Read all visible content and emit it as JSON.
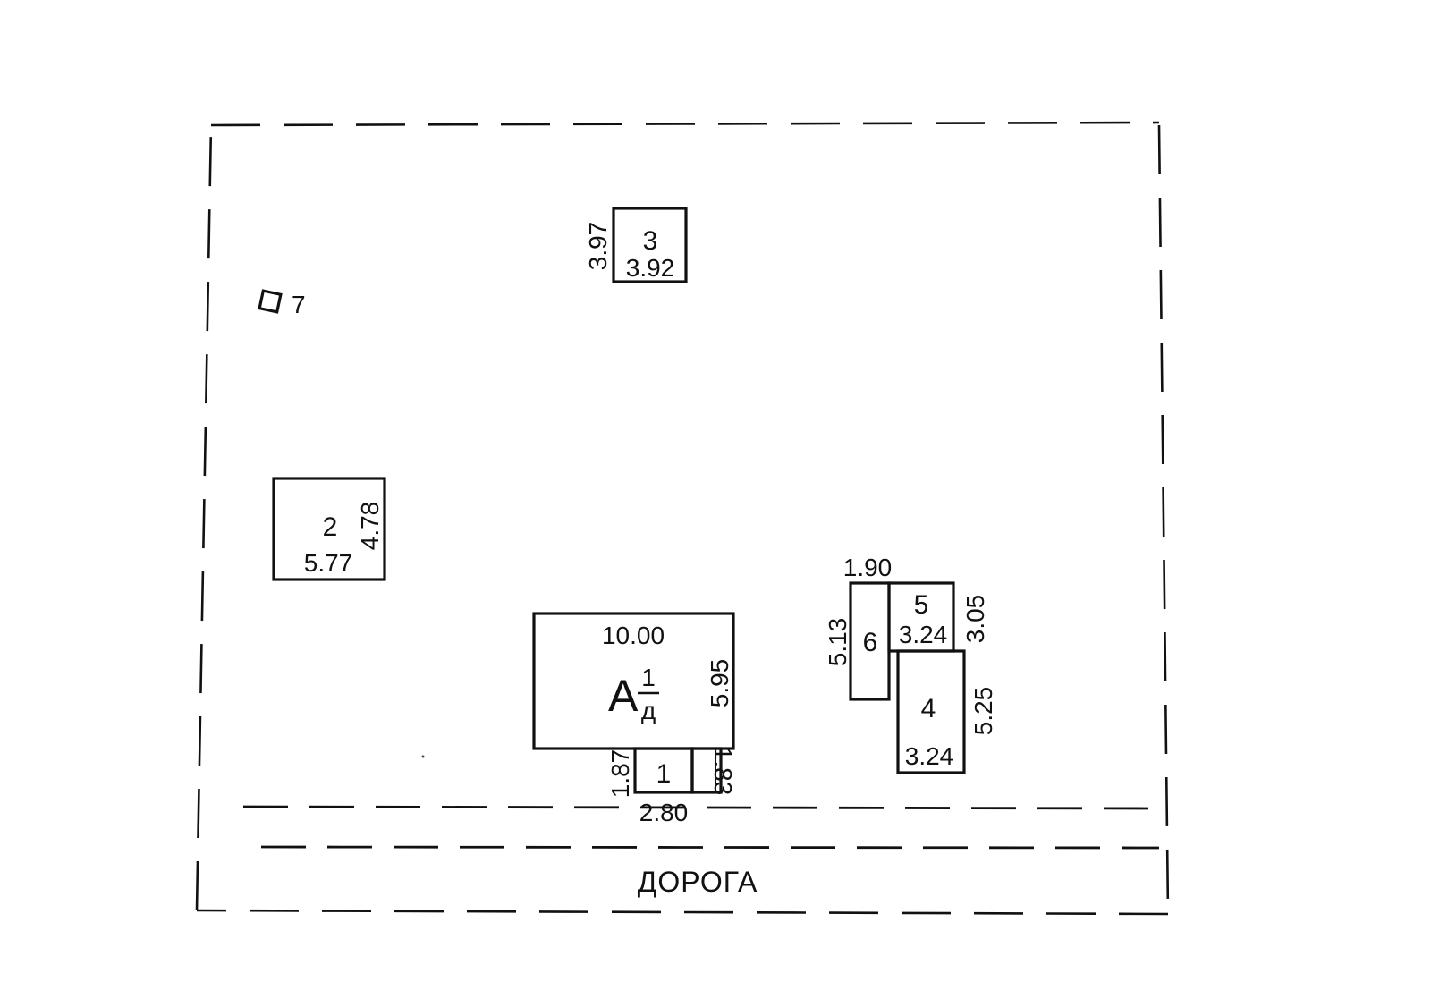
{
  "plan": {
    "road_label": "ДОРОГА",
    "buildings": {
      "main": {
        "letter": "А",
        "frac_top": "1",
        "frac_bottom": "д",
        "width": "10.00",
        "depth": "5.95"
      },
      "b1": {
        "number": "1",
        "width": "2.80",
        "depth": "1.87",
        "side": "1.83"
      },
      "b2": {
        "number": "2",
        "width": "5.77",
        "depth": "4.78"
      },
      "b3": {
        "number": "3",
        "width": "3.92",
        "depth": "3.97"
      },
      "b4": {
        "number": "4",
        "width": "3.24",
        "depth": "5.25"
      },
      "b5": {
        "number": "5",
        "width": "3.24",
        "depth": "3.05"
      },
      "b6": {
        "number": "6",
        "width": "1.90",
        "depth": "5.13"
      },
      "b7": {
        "number": "7"
      }
    }
  }
}
